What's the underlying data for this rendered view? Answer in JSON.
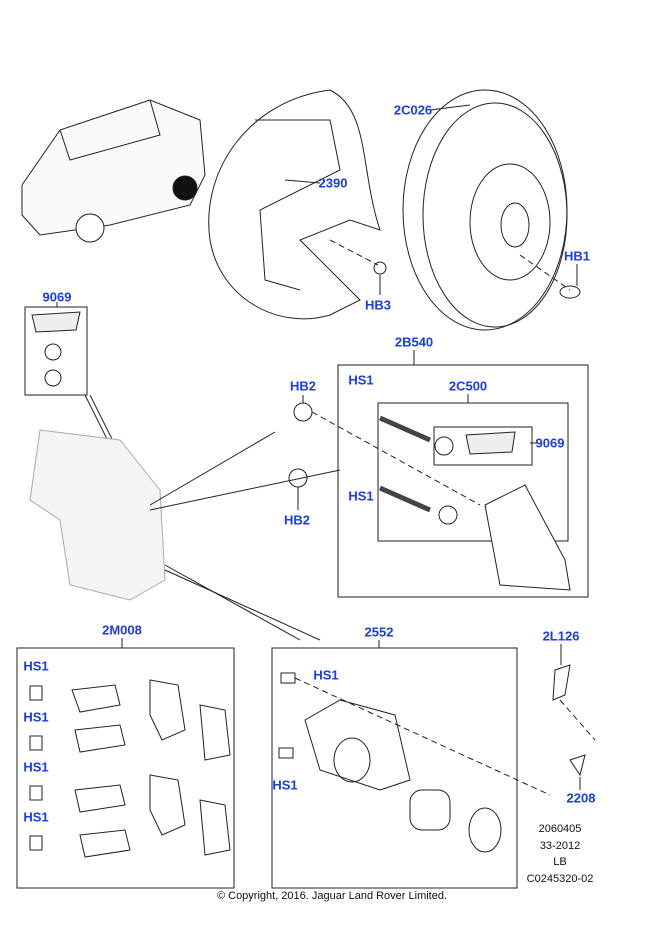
{
  "labels": {
    "disc": "2C026",
    "shield": "2390",
    "hb1": "HB1",
    "hb3": "HB3",
    "kit_9069_left": "9069",
    "carrier": "2B540",
    "hb2_top": "HB2",
    "hs1_carrier_top": "HS1",
    "guide_kit": "2C500",
    "kit_9069_right": "9069",
    "hs1_carrier_bottom": "HS1",
    "hb2_bottom": "HB2",
    "pad_kit": "2M008",
    "hs1_pad_1": "HS1",
    "hs1_pad_2": "HS1",
    "hs1_pad_3": "HS1",
    "hs1_pad_4": "HS1",
    "caliper": "2552",
    "hs1_caliper_top": "HS1",
    "hs1_caliper_bottom": "HS1",
    "sensor_lead": "2L126",
    "bleed": "2208"
  },
  "reference": [
    "2060405",
    "33-2012",
    "LB",
    "C0245320-02"
  ],
  "copyright": "© Copyright, 2016. Jaguar Land Rover Limited.",
  "colors": {
    "label": "#1a3cf0",
    "line": "#222222"
  }
}
